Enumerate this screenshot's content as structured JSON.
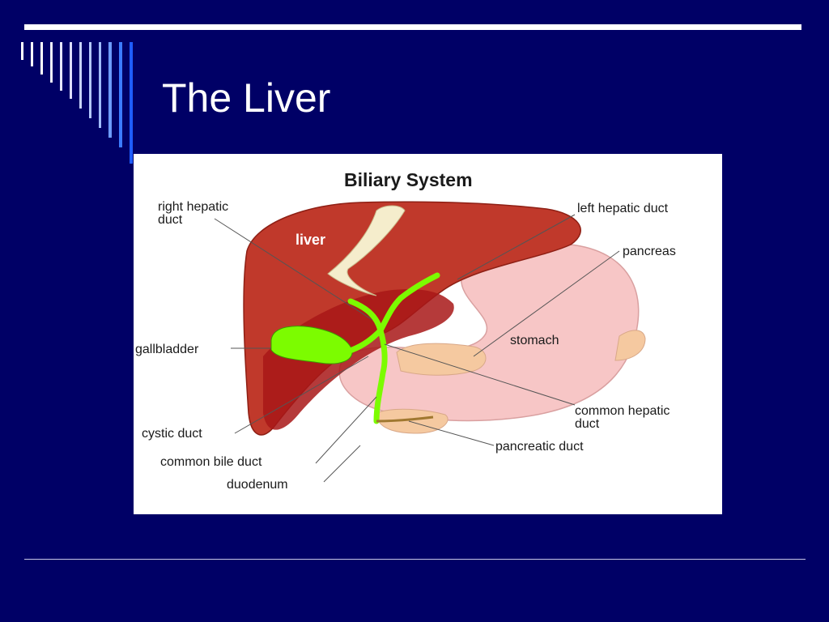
{
  "slide": {
    "title": "The Liver"
  },
  "figure": {
    "title": "Biliary System",
    "labels": {
      "right_hepatic_duct_1": "right hepatic",
      "right_hepatic_duct_2": "duct",
      "left_hepatic_duct": "left hepatic duct",
      "liver": "liver",
      "pancreas": "pancreas",
      "stomach": "stomach",
      "gallbladder": "gallbladder",
      "common_hepatic_duct_1": "common hepatic",
      "common_hepatic_duct_2": "duct",
      "cystic_duct": "cystic duct",
      "pancreatic_duct": "pancreatic duct",
      "common_bile_duct": "common bile duct",
      "duodenum": "duodenum"
    },
    "colors": {
      "liver": "#c0392b",
      "liver_shadow": "#a81818",
      "gallbladder": "#7cfc00",
      "stomach": "#f7c6c6",
      "pancreas": "#f5c9a0",
      "ligament": "#f5edcc",
      "background": "#000066"
    }
  }
}
